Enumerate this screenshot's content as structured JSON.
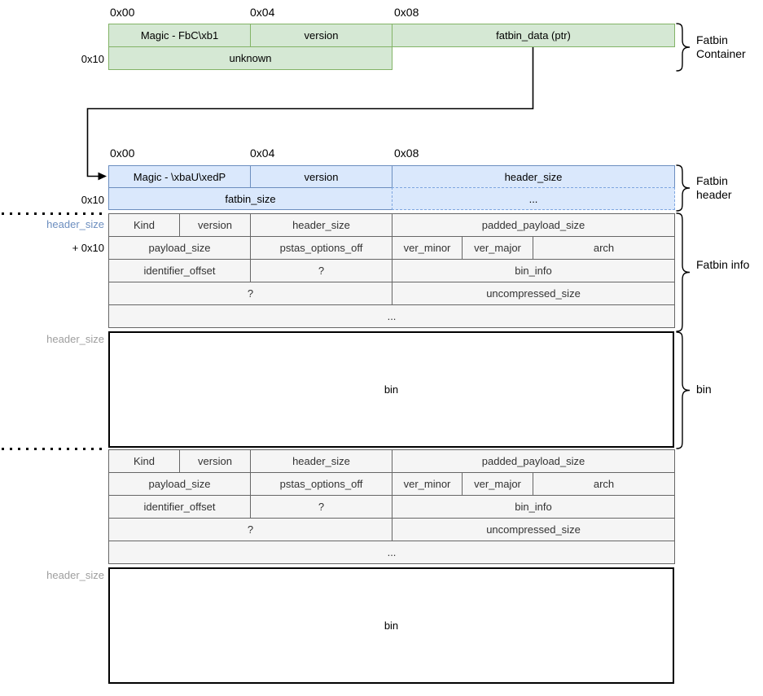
{
  "diagram": {
    "offsets_row": {
      "o0": "0x00",
      "o4": "0x04",
      "o8": "0x08",
      "row2": "0x10"
    },
    "container": {
      "brace_label": "Fatbin Container",
      "rows": [
        [
          {
            "t": "Magic - FbC\\xb1",
            "s": 4
          },
          {
            "t": "version",
            "s": 4
          },
          {
            "t": "fatbin_data (ptr)",
            "s": 8
          }
        ],
        [
          {
            "t": "unknown",
            "s": 8
          }
        ]
      ]
    },
    "header": {
      "brace_label": "Fatbin header",
      "rows": [
        [
          {
            "t": "Magic - \\xbaU\\xedP",
            "s": 4
          },
          {
            "t": "version",
            "s": 4
          },
          {
            "t": "header_size",
            "s": 8
          }
        ],
        [
          {
            "t": "fatbin_size",
            "s": 8
          },
          {
            "t": "...",
            "s": 8,
            "d": 1
          }
        ]
      ]
    },
    "info": {
      "brace_label": "Fatbin info",
      "rows": [
        [
          {
            "t": "Kind",
            "s": 2
          },
          {
            "t": "version",
            "s": 2
          },
          {
            "t": "header_size",
            "s": 4
          },
          {
            "t": "padded_payload_size",
            "s": 8
          }
        ],
        [
          {
            "t": "payload_size",
            "s": 4
          },
          {
            "t": "pstas_options_off",
            "s": 4
          },
          {
            "t": "ver_minor",
            "s": 2
          },
          {
            "t": "ver_major",
            "s": 2
          },
          {
            "t": "arch",
            "s": 4
          }
        ],
        [
          {
            "t": "identifier_offset",
            "s": 4
          },
          {
            "t": "?",
            "s": 4
          },
          {
            "t": "bin_info",
            "s": 8
          }
        ],
        [
          {
            "t": "?",
            "s": 8
          },
          {
            "t": "uncompressed_size",
            "s": 8
          }
        ],
        [
          {
            "t": "...",
            "s": 16
          }
        ]
      ]
    },
    "bin": {
      "label": "bin",
      "brace_label": "bin"
    },
    "left_labels": {
      "header_size_blue": "header_size",
      "plus_offset": "+ 0x10",
      "header_size_gray": "header_size"
    },
    "colors": {
      "green_fill": "#d5e8d4",
      "green_border": "#82b366",
      "blue_fill": "#dae8fc",
      "blue_border": "#6c8ebf",
      "blue_dashed": "#7ea6e0",
      "gray_fill": "#f5f5f5",
      "gray_border": "#666666",
      "gray_text": "#333333",
      "label_blue": "#6c8ebf",
      "label_gray": "#9e9e9e",
      "line": "#000000"
    }
  }
}
